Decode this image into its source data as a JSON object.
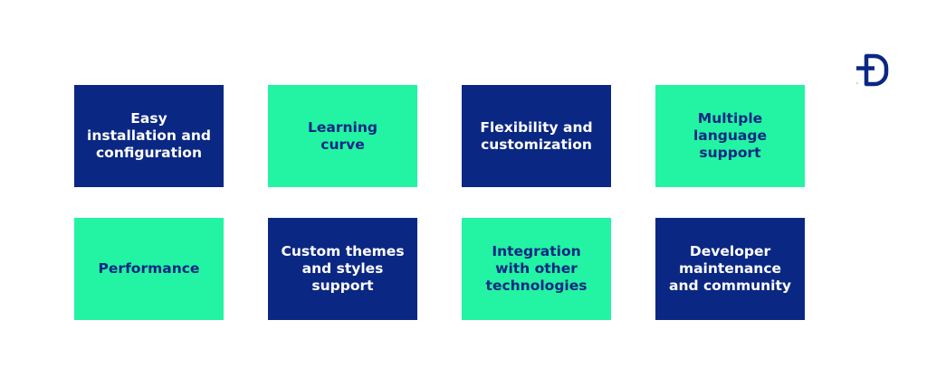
{
  "colors": {
    "navy": "#0a2783",
    "mint": "#22f4a3",
    "white_text": "#ffffff",
    "navy_text": "#0a2783"
  },
  "logo": {
    "icon": "brand-logo-icon",
    "color": "#0a2783"
  },
  "cards": [
    {
      "label": "Easy\ninstallation and\nconfiguration",
      "theme": "navy"
    },
    {
      "label": "Learning\ncurve",
      "theme": "mint"
    },
    {
      "label": "Flexibility and\ncustomization",
      "theme": "navy"
    },
    {
      "label": "Multiple\nlanguage\nsupport",
      "theme": "mint"
    },
    {
      "label": "Performance",
      "theme": "mint"
    },
    {
      "label": "Custom themes\nand styles\nsupport",
      "theme": "navy"
    },
    {
      "label": "Integration\nwith other\ntechnologies",
      "theme": "mint"
    },
    {
      "label": "Developer\nmaintenance\nand community",
      "theme": "navy"
    }
  ]
}
